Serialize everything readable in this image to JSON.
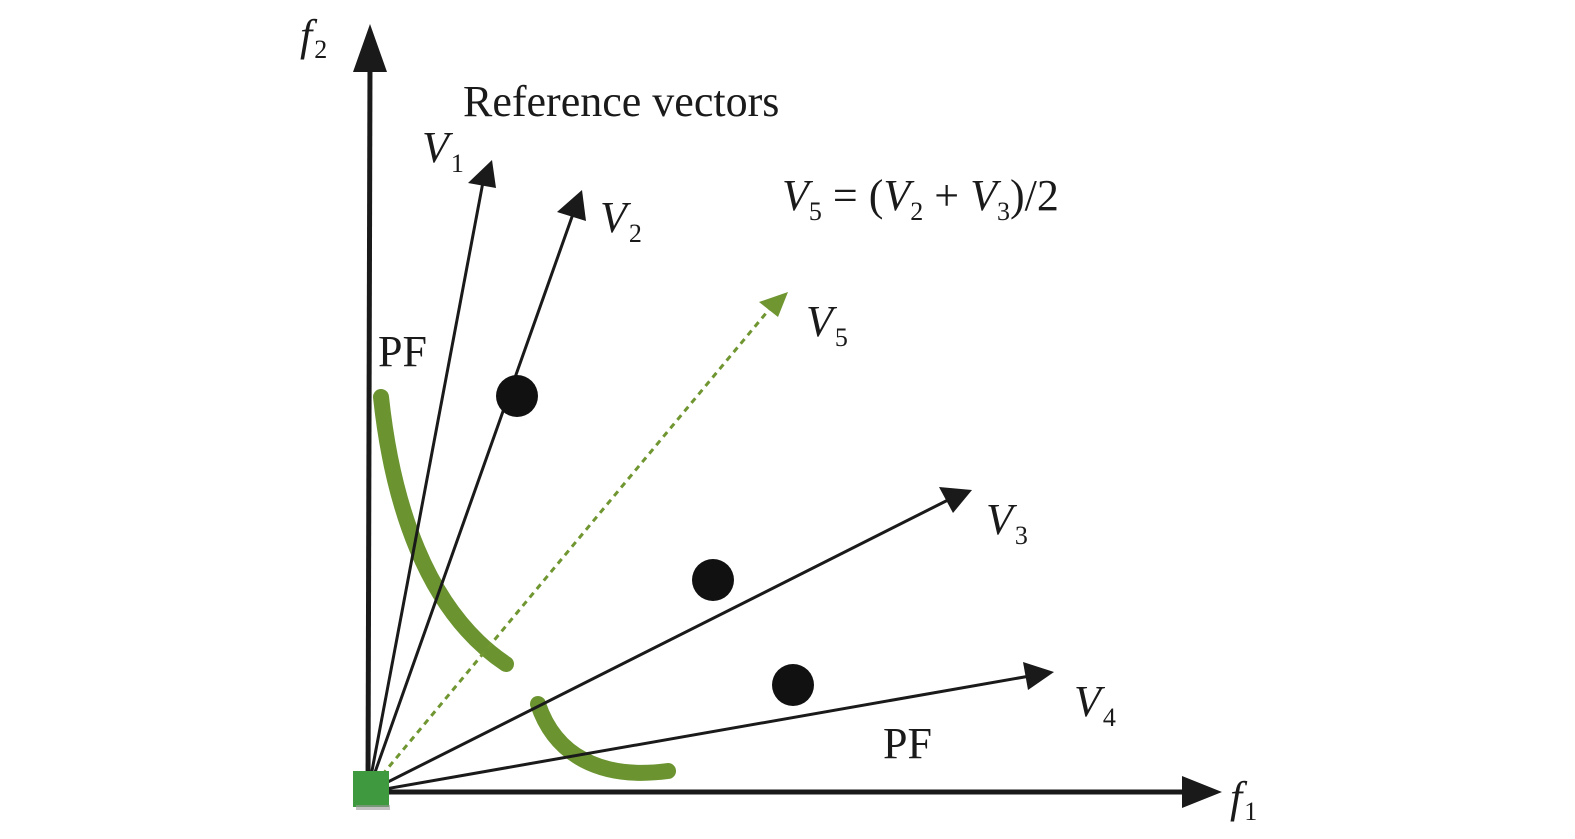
{
  "axes": {
    "x": {
      "symbol": "f",
      "subscript": "1"
    },
    "y": {
      "symbol": "f",
      "subscript": "2"
    }
  },
  "title": "Reference vectors",
  "formula": {
    "lhs": "V",
    "lhs_sub": "5",
    "eq": " = (",
    "t1": "V",
    "t1_sub": "2",
    "plus": " + ",
    "t2": "V",
    "t2_sub": "3",
    "tail": ")/2"
  },
  "vectors": [
    {
      "id": "v1",
      "label": "V",
      "sub": "1",
      "style": "solid",
      "color": "#1a1a1a"
    },
    {
      "id": "v2",
      "label": "V",
      "sub": "2",
      "style": "solid",
      "color": "#1a1a1a"
    },
    {
      "id": "v3",
      "label": "V",
      "sub": "3",
      "style": "solid",
      "color": "#1a1a1a"
    },
    {
      "id": "v4",
      "label": "V",
      "sub": "4",
      "style": "solid",
      "color": "#1a1a1a"
    },
    {
      "id": "v5",
      "label": "V",
      "sub": "5",
      "style": "dashed",
      "color": "#6f9630"
    }
  ],
  "pareto_front": {
    "label_upper": "PF",
    "label_lower": "PF",
    "color": "#6b9430"
  },
  "solutions": {
    "count": 3,
    "color": "#111111"
  },
  "origin_marker": {
    "color": "#3f9a3f"
  }
}
